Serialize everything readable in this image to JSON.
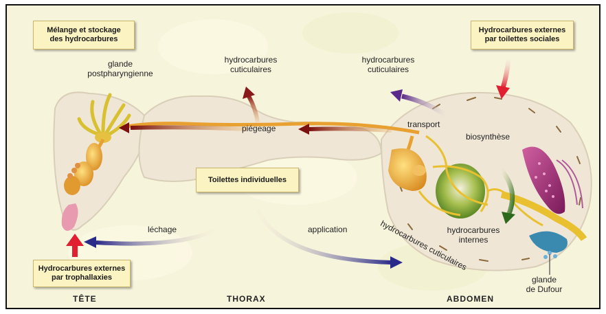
{
  "boxes": {
    "melange": [
      "Mélange et stockage",
      "des hydrocarbures"
    ],
    "toilettes_sociales": [
      "Hydrocarbures externes",
      "par toilettes sociales"
    ],
    "toilettes_individuelles": "Toilettes individuelles",
    "trophallaxies": [
      "Hydrocarbures externes",
      "par trophallaxies"
    ]
  },
  "labels": {
    "glande_postpharyngienne": [
      "glande",
      "postpharyngienne"
    ],
    "hc_cuticulaires_thorax": [
      "hydrocarbures",
      "cuticulaires"
    ],
    "hc_cuticulaires_abdomen": [
      "hydrocarbures",
      "cuticulaires"
    ],
    "piegeage": "piégeage",
    "transport": "transport",
    "biosynthese": "biosynthèse",
    "lechage": "léchage",
    "application": "application",
    "hc_internes": [
      "hydrocarbures",
      "internes"
    ],
    "hc_cuticulaires_curve": "hydrocarbures cuticulaires",
    "glande_dufour": [
      "glande",
      "de Dufour"
    ]
  },
  "regions": {
    "tete": "TÊTE",
    "thorax": "THORAX",
    "abdomen": "ABDOMEN"
  },
  "colors": {
    "background": "#f7f4dc",
    "box_fill": "#fbf3c2",
    "body_outline": "#e9e0cf",
    "gland_yellow": "#e6b43a",
    "arrow_dark_red": "#8a1a1a",
    "arrow_purple": "#5a2a8a",
    "arrow_red": "#e02030",
    "arrow_blue": "#2a2a8a",
    "arrow_green": "#2a6a1a",
    "ovary_green": "#7ca02a",
    "dufour_blue": "#3a8ab0",
    "magenta_gland": "#b02a78"
  }
}
